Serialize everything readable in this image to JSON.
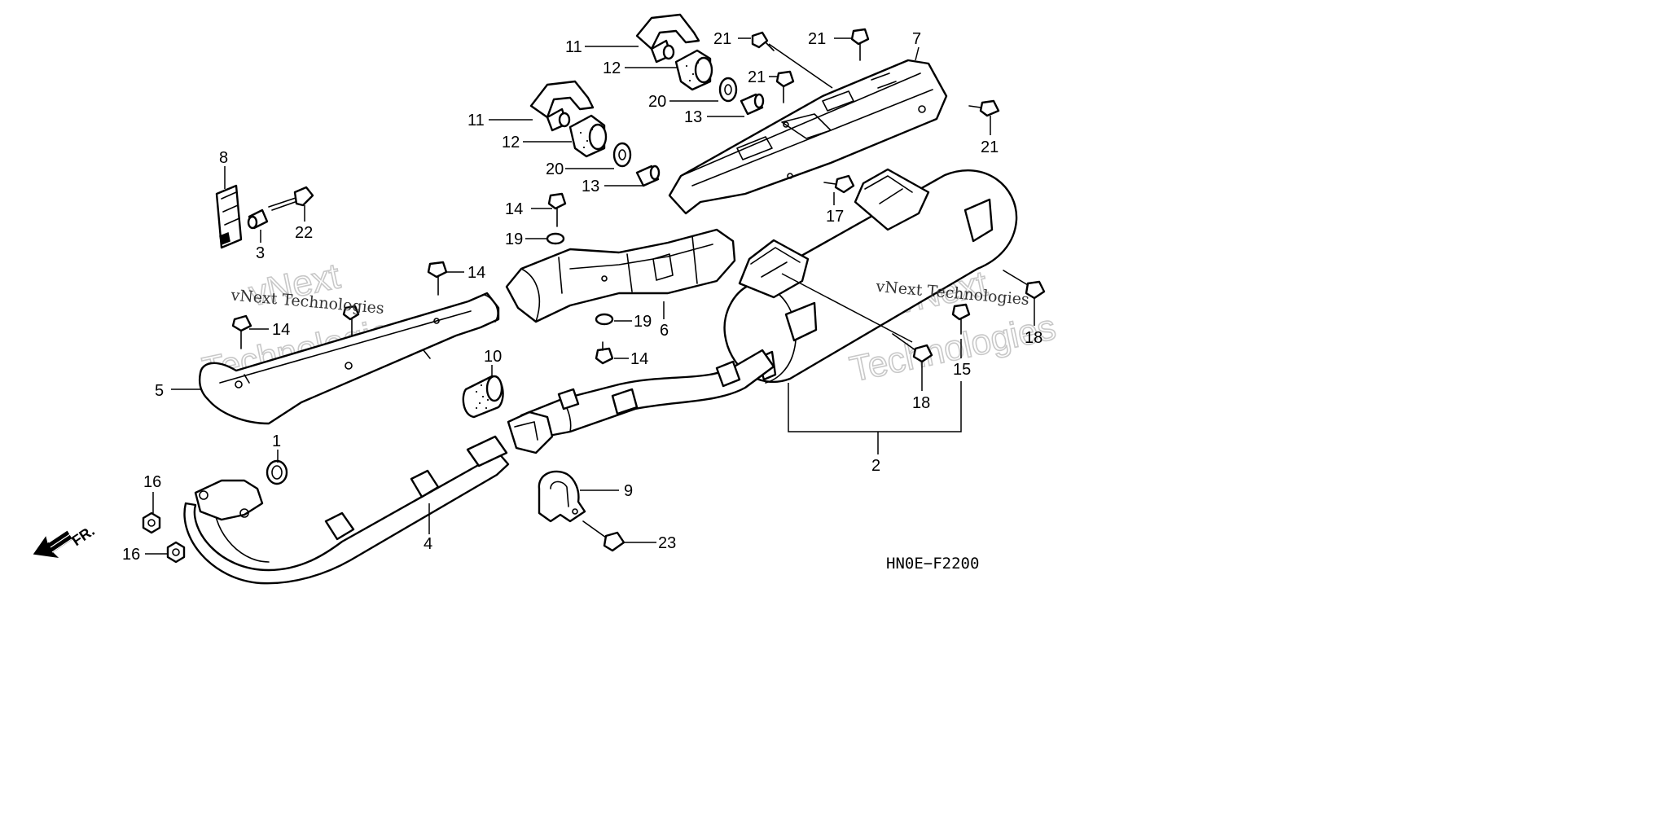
{
  "diagram_code": "HN0E−F2200",
  "front_arrow_label": "FR.",
  "watermark": {
    "brand_big_1": "vNext",
    "brand_big_2": "Technologies",
    "brand_small": "vNext Technologies"
  },
  "callouts": [
    {
      "id": "c1",
      "text": "1"
    },
    {
      "id": "c2",
      "text": "2"
    },
    {
      "id": "c3",
      "text": "3"
    },
    {
      "id": "c4",
      "text": "4"
    },
    {
      "id": "c5",
      "text": "5"
    },
    {
      "id": "c6",
      "text": "6"
    },
    {
      "id": "c7",
      "text": "7"
    },
    {
      "id": "c8",
      "text": "8"
    },
    {
      "id": "c9",
      "text": "9"
    },
    {
      "id": "c10",
      "text": "10"
    },
    {
      "id": "c11a",
      "text": "11"
    },
    {
      "id": "c11b",
      "text": "11"
    },
    {
      "id": "c12a",
      "text": "12"
    },
    {
      "id": "c12b",
      "text": "12"
    },
    {
      "id": "c13a",
      "text": "13"
    },
    {
      "id": "c13b",
      "text": "13"
    },
    {
      "id": "c14a",
      "text": "14"
    },
    {
      "id": "c14b",
      "text": "14"
    },
    {
      "id": "c14c",
      "text": "14"
    },
    {
      "id": "c14d",
      "text": "14"
    },
    {
      "id": "c15",
      "text": "15"
    },
    {
      "id": "c16a",
      "text": "16"
    },
    {
      "id": "c16b",
      "text": "16"
    },
    {
      "id": "c17",
      "text": "17"
    },
    {
      "id": "c18a",
      "text": "18"
    },
    {
      "id": "c18b",
      "text": "18"
    },
    {
      "id": "c19a",
      "text": "19"
    },
    {
      "id": "c19b",
      "text": "19"
    },
    {
      "id": "c20a",
      "text": "20"
    },
    {
      "id": "c20b",
      "text": "20"
    },
    {
      "id": "c21a",
      "text": "21"
    },
    {
      "id": "c21b",
      "text": "21"
    },
    {
      "id": "c21c",
      "text": "21"
    },
    {
      "id": "c21d",
      "text": "21"
    },
    {
      "id": "c22",
      "text": "22"
    },
    {
      "id": "c23",
      "text": "23"
    }
  ]
}
